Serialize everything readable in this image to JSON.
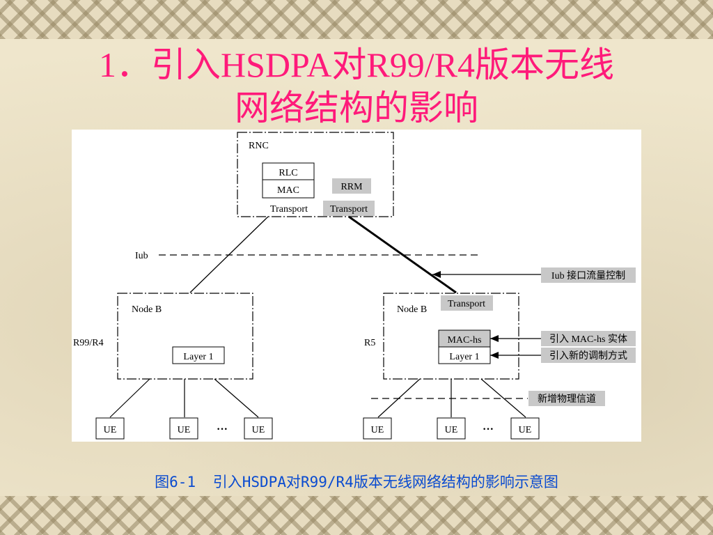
{
  "title": {
    "line1": "1．引入HSDPA对R99/R4版本无线",
    "line2": "网络结构的影响"
  },
  "diagram": {
    "rnc_label": "RNC",
    "rlc": "RLC",
    "mac": "MAC",
    "rrm": "RRM",
    "transport_left": "Transport",
    "transport_right": "Transport",
    "iub": "Iub",
    "iub_flow_control": "Iub 接口流量控制",
    "nodeb_left": "Node B",
    "nodeb_right": "Node B",
    "r99r4": "R99/R4",
    "r5": "R5",
    "layer1_left": "Layer 1",
    "layer1_right": "Layer 1",
    "transport_nodeb": "Transport",
    "mac_hs": "MAC-hs",
    "intro_mac_hs": "引入 MAC-hs 实体",
    "intro_modulation": "引入新的调制方式",
    "new_channel": "新增物理信道",
    "ue": "UE",
    "ellipsis": "···"
  },
  "caption": {
    "figure_no": "图6-1",
    "text": "引入HSDPA对R99/R4版本无线网络结构的影响示意图"
  },
  "colors": {
    "title": "#ff1a7a",
    "caption": "#0a4bd0",
    "gray_box": "#c8c8c8"
  }
}
